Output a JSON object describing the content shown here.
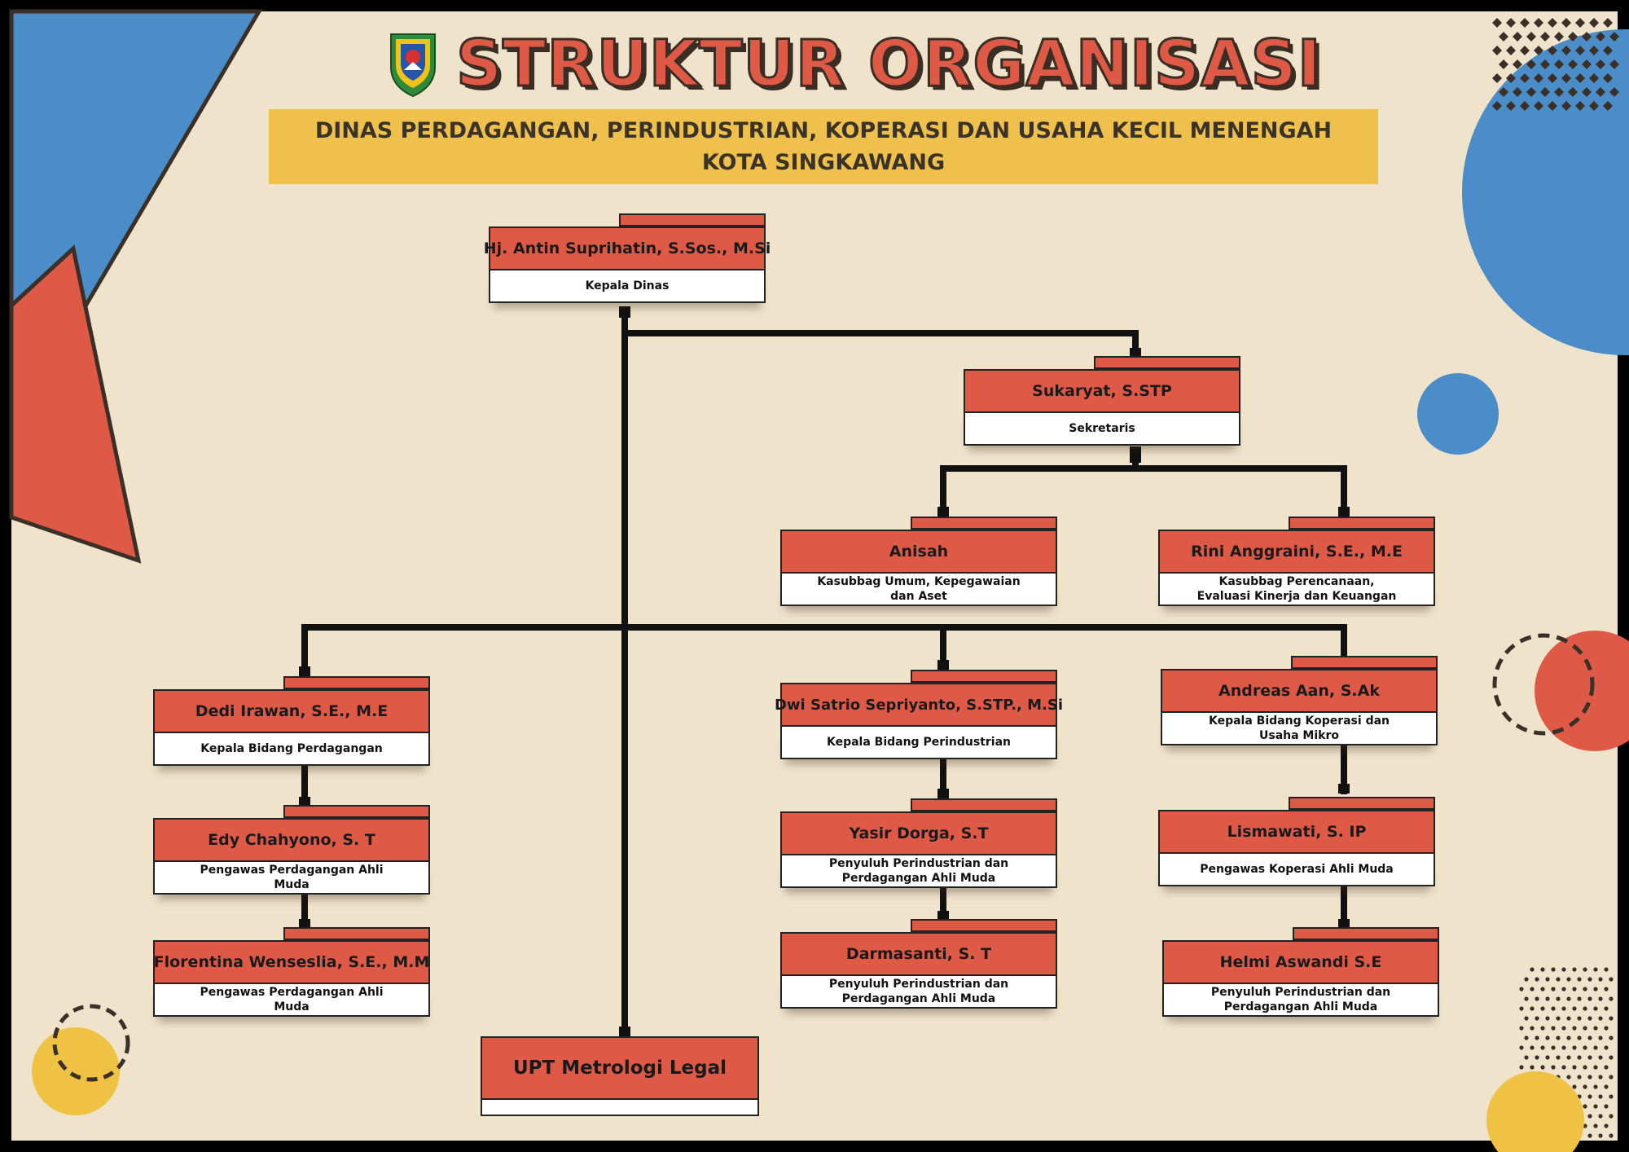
{
  "title": "STRUKTUR ORGANISASI",
  "banner": {
    "line1": "DINAS PERDAGANGAN, PERINDUSTRIAN, KOPERASI DAN USAHA KECIL MENENGAH",
    "line2": "KOTA SINGKAWANG"
  },
  "colors": {
    "background": "#EFE3CC",
    "card_head": "#DE5A47",
    "banner": "#EFC14C",
    "blue": "#4A8DC8",
    "yellow": "#F0C243",
    "connector": "#111111"
  },
  "logo": {
    "icon": "city-emblem-icon"
  },
  "nodes": {
    "kepala": {
      "name": "Hj. Antin Suprihatin, S.Sos., M.Si",
      "role": "Kepala Dinas"
    },
    "sekretaris": {
      "name": "Sukaryat, S.STP",
      "role": "Sekretaris"
    },
    "anisah": {
      "name": "Anisah",
      "role": "Kasubbag Umum, Kepegawaian dan Aset"
    },
    "rini": {
      "name": "Rini Anggraini, S.E., M.E",
      "role": "Kasubbag Perencanaan, Evaluasi Kinerja dan Keuangan"
    },
    "dedi": {
      "name": "Dedi Irawan, S.E., M.E",
      "role": "Kepala Bidang Perdagangan"
    },
    "edy": {
      "name": "Edy Chahyono, S. T",
      "role": "Pengawas Perdagangan Ahli Muda"
    },
    "florentina": {
      "name": "Florentina Wenseslia, S.E., M.M",
      "role": "Pengawas Perdagangan Ahli Muda"
    },
    "dwi": {
      "name": "Dwi Satrio Sepriyanto, S.STP., M.Si",
      "role": "Kepala Bidang Perindustrian"
    },
    "yasir": {
      "name": "Yasir Dorga, S.T",
      "role": "Penyuluh Perindustrian dan Perdagangan Ahli Muda"
    },
    "darmasanti": {
      "name": "Darmasanti, S. T",
      "role": "Penyuluh Perindustrian dan Perdagangan Ahli Muda"
    },
    "andreas": {
      "name": "Andreas Aan, S.Ak",
      "role": "Kepala Bidang Koperasi dan Usaha Mikro"
    },
    "lismawati": {
      "name": "Lismawati, S. IP",
      "role": "Pengawas Koperasi Ahli Muda"
    },
    "helmi": {
      "name": "Helmi Aswandi S.E",
      "role": "Penyuluh Perindustrian dan Perdagangan Ahli Muda"
    },
    "upt": {
      "name": "UPT Metrologi Legal"
    }
  }
}
